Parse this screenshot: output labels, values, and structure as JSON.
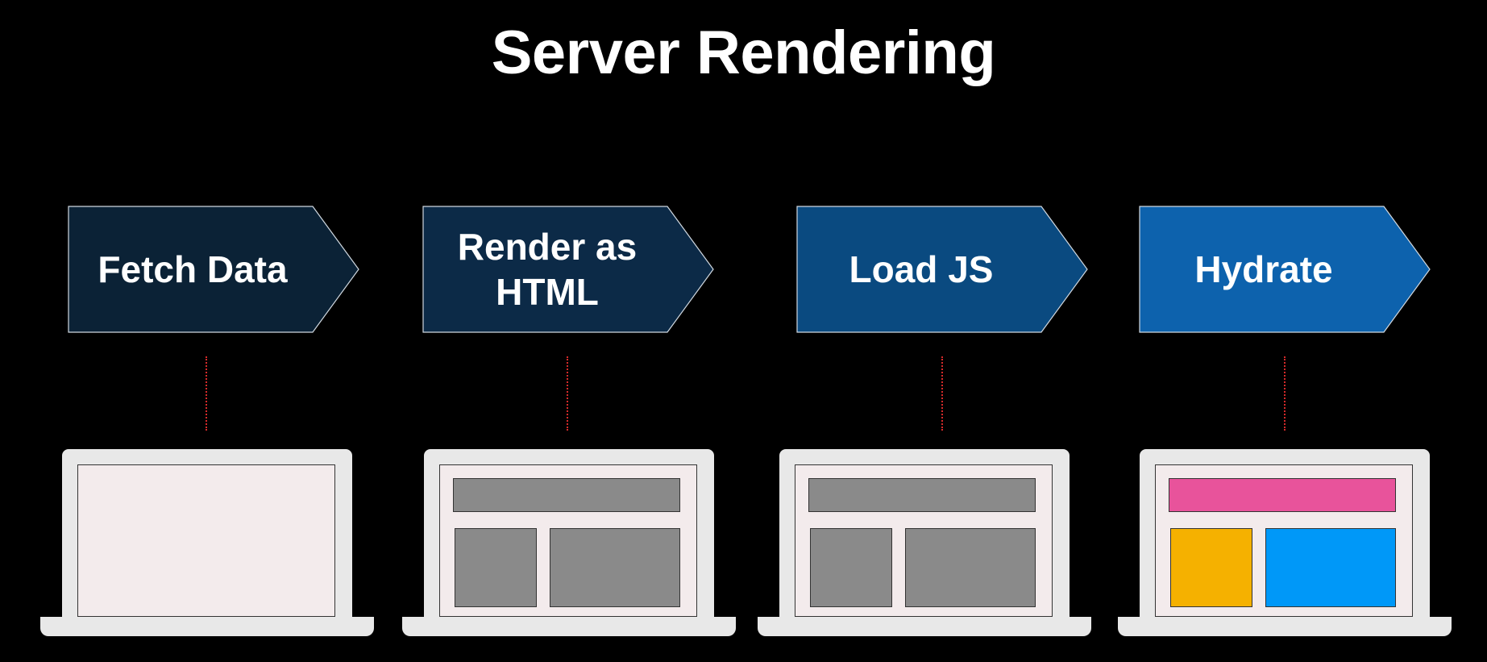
{
  "title": "Server Rendering",
  "steps": [
    {
      "label": "Fetch Data",
      "color": "#0b2236"
    },
    {
      "label": "Render as\nHTML",
      "color": "#0c2a47"
    },
    {
      "label": "Load JS",
      "color": "#0a4a80"
    },
    {
      "label": "Hydrate",
      "color": "#0d62ad"
    }
  ],
  "laptops": [
    {
      "state": "blank"
    },
    {
      "state": "gray-layout",
      "blocks": {
        "top": "#8a8a8a",
        "left": "#8a8a8a",
        "right": "#8a8a8a"
      }
    },
    {
      "state": "gray-layout",
      "blocks": {
        "top": "#8a8a8a",
        "left": "#8a8a8a",
        "right": "#8a8a8a"
      }
    },
    {
      "state": "colored-layout",
      "blocks": {
        "top": "#e8539b",
        "left": "#f5b100",
        "right": "#0098f8"
      }
    }
  ],
  "colors": {
    "background": "#000000",
    "connector": "#d42a2a",
    "laptop": "#e8e8e8",
    "screen": "#f3ebec"
  }
}
